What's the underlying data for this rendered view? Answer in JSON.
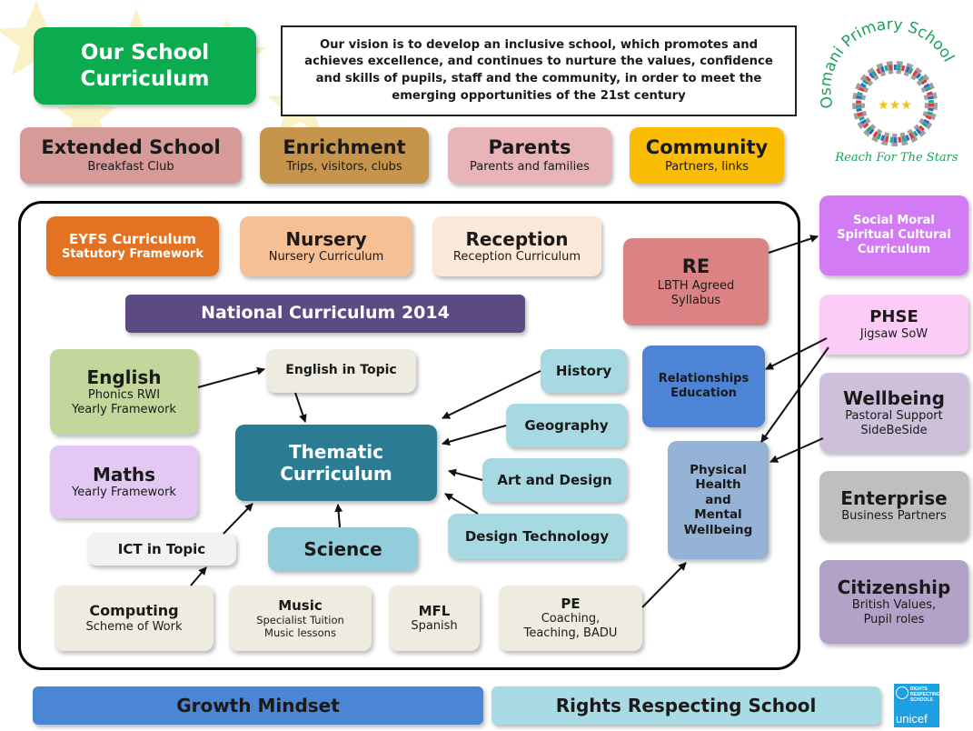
{
  "header": {
    "title_line1": "Our School",
    "title_line2": "Curriculum",
    "vision": "Our vision is to develop an inclusive school, which promotes and achieves excellence, and continues to nurture the values, confidence and skills of pupils, staff and the community, in order to meet the emerging opportunities of the 21st century"
  },
  "logo": {
    "school_name": "Osmani Primary School",
    "motto": "Reach For The Stars"
  },
  "top_row": [
    {
      "title": "Extended School",
      "subtitle": "Breakfast Club"
    },
    {
      "title": "Enrichment",
      "subtitle": "Trips, visitors, clubs"
    },
    {
      "title": "Parents",
      "subtitle": "Parents and families"
    },
    {
      "title": "Community",
      "subtitle": "Partners, links"
    }
  ],
  "early_years": {
    "eyfs": {
      "title": "EYFS Curriculum",
      "subtitle": "Statutory Framework"
    },
    "nursery": {
      "title": "Nursery",
      "subtitle": "Nursery Curriculum"
    },
    "reception": {
      "title": "Reception",
      "subtitle": "Reception Curriculum"
    }
  },
  "national_curriculum": "National Curriculum 2014",
  "core": {
    "english": {
      "title": "English",
      "line1": "Phonics RWI",
      "line2": "Yearly Framework"
    },
    "maths": {
      "title": "Maths",
      "subtitle": "Yearly Framework"
    },
    "english_in_topic": "English in Topic",
    "thematic_line1": "Thematic",
    "thematic_line2": "Curriculum",
    "ict_in_topic": "ICT in Topic",
    "science": "Science"
  },
  "foundation": [
    "History",
    "Geography",
    "Art and Design",
    "Design Technology"
  ],
  "bottom_subjects": {
    "computing": {
      "title": "Computing",
      "subtitle": "Scheme of Work"
    },
    "music": {
      "title": "Music",
      "line1": "Specialist Tuition",
      "line2": "Music lessons"
    },
    "mfl": {
      "title": "MFL",
      "subtitle": "Spanish"
    },
    "pe": {
      "title": "PE",
      "line1": "Coaching,",
      "line2": "Teaching, BADU"
    }
  },
  "re": {
    "title": "RE",
    "line1": "LBTH Agreed",
    "line2": "Syllabus"
  },
  "relationships": {
    "line1": "Relationships",
    "line2": "Education"
  },
  "physical": [
    "Physical",
    "Health",
    "and",
    "Mental",
    "Wellbeing"
  ],
  "right_column": {
    "smsc": [
      "Social Moral",
      "Spiritual Cultural",
      "Curriculum"
    ],
    "phse": {
      "title": "PHSE",
      "subtitle": "Jigsaw SoW"
    },
    "wellbeing": {
      "title": "Wellbeing",
      "line1": "Pastoral Support",
      "line2": "SideBeSide"
    },
    "enterprise": {
      "title": "Enterprise",
      "subtitle": "Business Partners"
    },
    "citizenship": {
      "title": "Citizenship",
      "line1": "British Values,",
      "line2": "Pupil roles"
    }
  },
  "footer": {
    "growth": "Growth Mindset",
    "rights": "Rights Respecting School",
    "badge_line1": "RIGHTS",
    "badge_line2": "RESPECTING",
    "badge_line3": "SCHOOLS",
    "badge_brand": "unicef"
  },
  "colors": {
    "green_title": "#0bab4f",
    "extended": "#d69a98",
    "enrichment": "#c6954b",
    "parents": "#e8b4b7",
    "community": "#fbbc04",
    "eyfs": "#e37222",
    "nursery": "#f6bf94",
    "reception": "#fce8d9",
    "national": "#5c4a82",
    "english": "#c3d69b",
    "maths": "#e2c8f3",
    "thematic": "#2b7c93",
    "light_blue": "#a7d9e3",
    "science": "#92cddc",
    "ict": "#f2f2f2",
    "beige": "#eeece1",
    "re": "#db8384",
    "relationships": "#4d84d5",
    "physical": "#95b3d7",
    "smsc": "#d27bf5",
    "phse": "#fdccf6",
    "wellbeing": "#ccc0da",
    "enterprise": "#bfbfbf",
    "citizenship": "#b3a2c7",
    "growth": "#4b86d4",
    "rights": "#a9dbe4",
    "motto": "#18a558"
  }
}
